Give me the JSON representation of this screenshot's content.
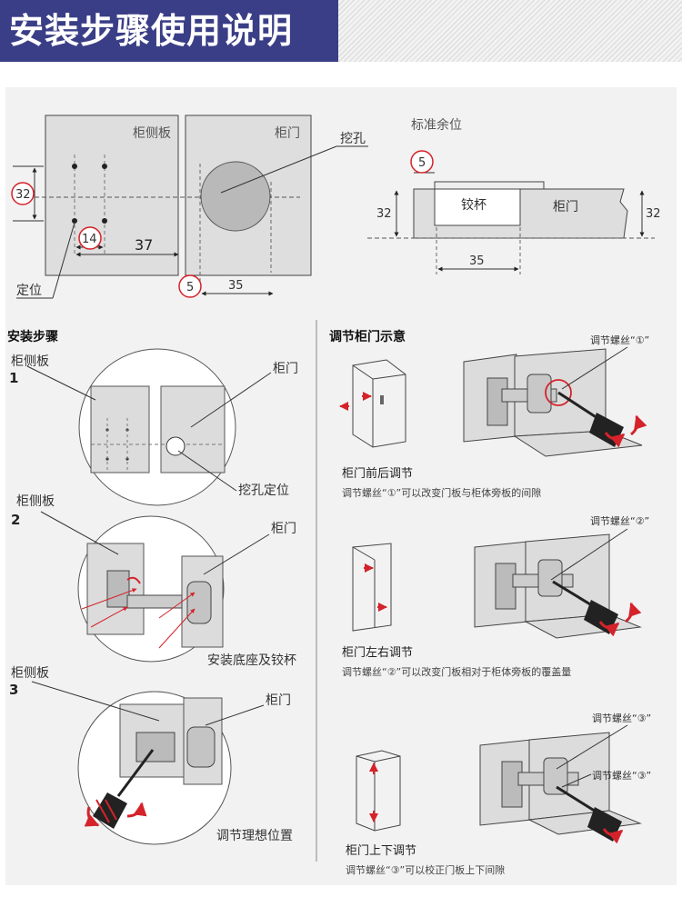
{
  "header": {
    "title": "安装步骤使用说明"
  },
  "top": {
    "cabinet_side_label": "柜侧板",
    "door_label": "柜门",
    "cut_hole_label": "挖孔",
    "positioning_label": "定位",
    "dim_32": "32",
    "dim_14": "14",
    "dim_37": "37",
    "dim_5": "5",
    "dim_35": "35",
    "standard_margin_label": "标准余位",
    "hinge_cup_label": "铰杯",
    "section_door_label": "柜门",
    "section_dim_5": "5",
    "section_dim_32_left": "32",
    "section_dim_32_right": "32",
    "section_dim_35": "35"
  },
  "install": {
    "title": "安装步骤",
    "steps": [
      {
        "num": "1",
        "side_label": "柜侧板",
        "door_label": "柜门",
        "caption": "挖孔定位"
      },
      {
        "num": "2",
        "side_label": "柜侧板",
        "door_label": "柜门",
        "caption": "安装底座及铰杯"
      },
      {
        "num": "3",
        "side_label": "柜侧板",
        "door_label": "柜门",
        "caption": "调节理想位置"
      }
    ]
  },
  "adjust": {
    "title": "调节柜门示意",
    "items": [
      {
        "screw_label": "调节螺丝“①”",
        "caption": "柜门前后调节",
        "desc": "调节螺丝“①”可以改变门板与柜体旁板的间隙"
      },
      {
        "screw_label": "调节螺丝“②”",
        "caption": "柜门左右调节",
        "desc": "调节螺丝“②”可以改变门板相对于柜体旁板的覆盖量"
      },
      {
        "screw_label": "调节螺丝“③”",
        "screw_label_2": "调节螺丝“③”",
        "caption": "柜门上下调节",
        "desc": "调节螺丝“③”可以校正门板上下间隙"
      }
    ]
  },
  "colors": {
    "header_bg": "#3a3e86",
    "panel_bg": "#f2f2f2",
    "marker_red": "#d4232a",
    "panel_gray": "#dcdcdc"
  }
}
